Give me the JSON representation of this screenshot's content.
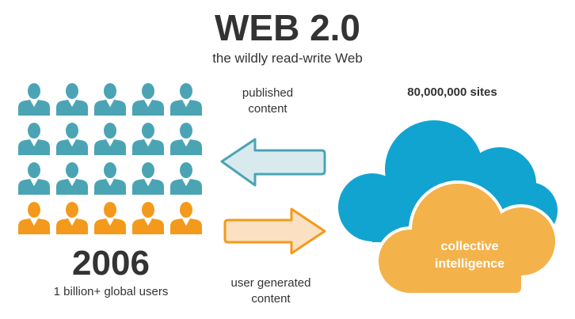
{
  "header": {
    "title": "WEB 2.0",
    "subtitle": "the wildly read-write Web"
  },
  "users": {
    "rows": [
      {
        "color": "#4ba4b4",
        "count": 5
      },
      {
        "color": "#4ba4b4",
        "count": 5
      },
      {
        "color": "#4ba4b4",
        "count": 5
      },
      {
        "color": "#f39a1c",
        "count": 5
      }
    ],
    "year": "2006",
    "caption": "1 billion+ global users",
    "icon": "person-icon"
  },
  "arrows": {
    "published_label_line1": "published",
    "published_label_line2": "content",
    "ugc_label_line1": "user generated",
    "ugc_label_line2": "content",
    "published_fill": "#d8eaee",
    "published_stroke": "#4ba4b4",
    "ugc_fill": "#fbe1c2",
    "ugc_stroke": "#f39a1c",
    "icons": [
      "arrow-left-icon",
      "arrow-right-icon"
    ]
  },
  "cloud": {
    "sites": "80,000,000 sites",
    "label_line1": "collective",
    "label_line2": "intelligence",
    "back_color": "#12a4d0",
    "front_color": "#f4b24a",
    "front_stroke": "#ffffff",
    "icon": "cloud-icon"
  },
  "colors": {
    "text": "#333333",
    "background": "#ffffff"
  }
}
